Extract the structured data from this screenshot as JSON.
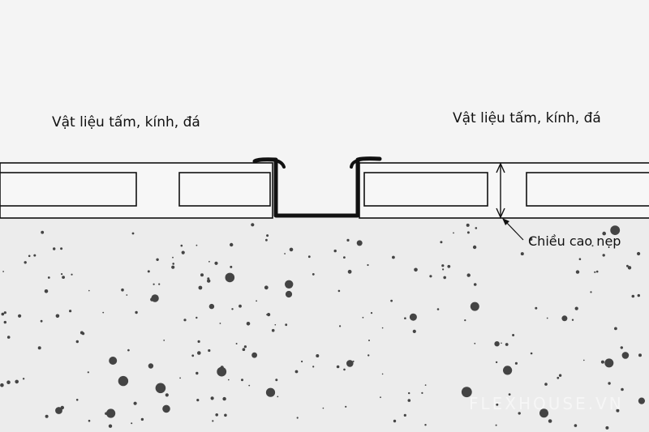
{
  "labels": {
    "material_left": "Vật liệu tấm, kính, đá",
    "material_right": "Vật liệu tấm, kính, đá",
    "trim_height": "Chiều cao nẹp"
  },
  "watermark": "FLEXHOUSE.VN",
  "colors": {
    "background": "#f4f4f4",
    "concrete": "#ececec",
    "aggregate": "#444444",
    "outline": "#111111"
  }
}
